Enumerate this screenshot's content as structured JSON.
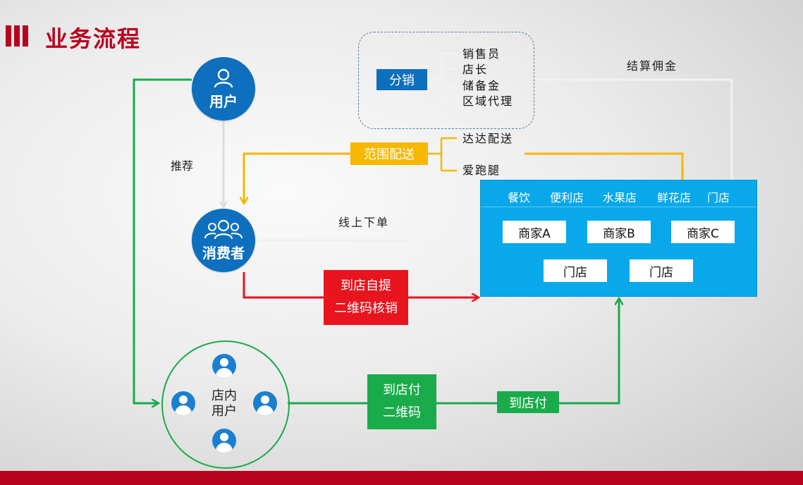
{
  "title": "业务流程",
  "colors": {
    "brand_red": "#b8001f",
    "node_blue": "#0d6fbe",
    "panel_blue": "#08a8ea",
    "green": "#1aab4a",
    "yellow": "#f6b800",
    "red": "#e8141e"
  },
  "nodes": {
    "user": "用户",
    "consumer": "消费者",
    "instore_users": "店内\n用户"
  },
  "distribution": {
    "label": "分销",
    "roles": [
      "销售员",
      "店长",
      "储备金",
      "区域代理"
    ]
  },
  "delivery": {
    "label": "范围配送",
    "options": [
      "达达配送",
      "爱跑腿"
    ]
  },
  "edges": {
    "commission": "结算佣金",
    "recommend": "推荐",
    "online_order": "线上下单",
    "pickup": [
      "到店自提",
      "二维码核销"
    ],
    "pay_qr": [
      "到店付",
      "二维码"
    ],
    "pay_in_store": "到店付"
  },
  "merchant_panel": {
    "categories": [
      "餐饮",
      "便利店",
      "水果店",
      "鲜花店",
      "门店"
    ],
    "merchants": [
      "商家A",
      "商家B",
      "商家C"
    ],
    "stores": [
      "门店",
      "门店"
    ]
  }
}
